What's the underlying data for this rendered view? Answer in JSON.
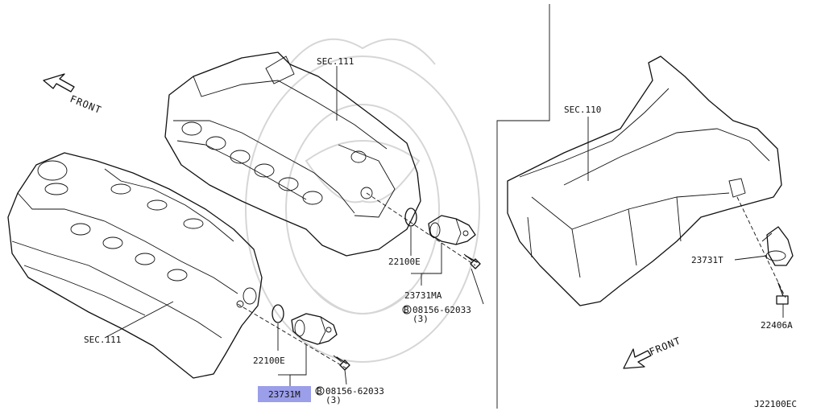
{
  "labels": {
    "sec111_top": "SEC.111",
    "sec111_bottom": "SEC.111",
    "sec110": "SEC.110",
    "front_left": "FRONT",
    "front_right": "FRONT",
    "oring_upper": "22100E",
    "oring_lower": "22100E",
    "sensor_upper": "23731MA",
    "sensor_lower": "23731M",
    "sensor_crank": "23731T",
    "bolt_upper_code": "08156-62033",
    "bolt_upper_qty": "(3)",
    "bolt_lower_code": "08156-62033",
    "bolt_lower_qty": "(3)",
    "bolt_marker": "B",
    "bolt_crank": "22406A",
    "diagram_code": "J22100EC"
  },
  "highlight_color": "#9b9ee8"
}
